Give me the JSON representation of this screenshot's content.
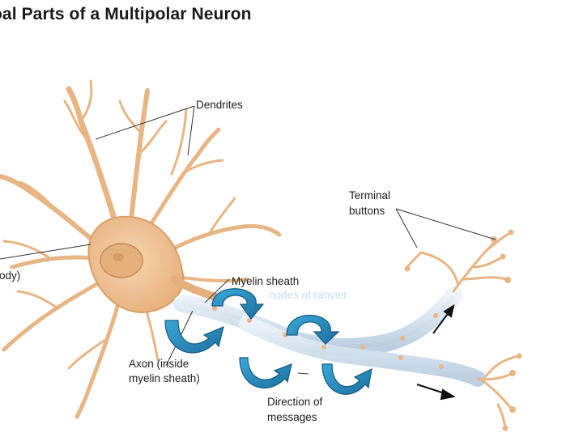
{
  "title": "oal Parts of a Multipolar Neuron",
  "labels": {
    "dendrites": "Dendrites",
    "terminal_buttons_line1": "Terminal",
    "terminal_buttons_line2": "buttons",
    "cell_body_fragment": "ody)",
    "myelin_sheath": "Myelin sheath",
    "nodes_of_ranvier": "nodes of ranvier",
    "axon_line1": "Axon (inside",
    "axon_line2": "myelin sheath)",
    "direction_line1": "Direction of",
    "direction_line2": "messages"
  },
  "colors": {
    "neuron_fill": "#f0c69a",
    "neuron_stroke": "#d9a06a",
    "myelin": "#d4e2ee",
    "node": "#e9b68a",
    "rotation_arrow": "#2a8fc2",
    "leader_line": "#333333",
    "faint_text": "#c9dcec"
  }
}
